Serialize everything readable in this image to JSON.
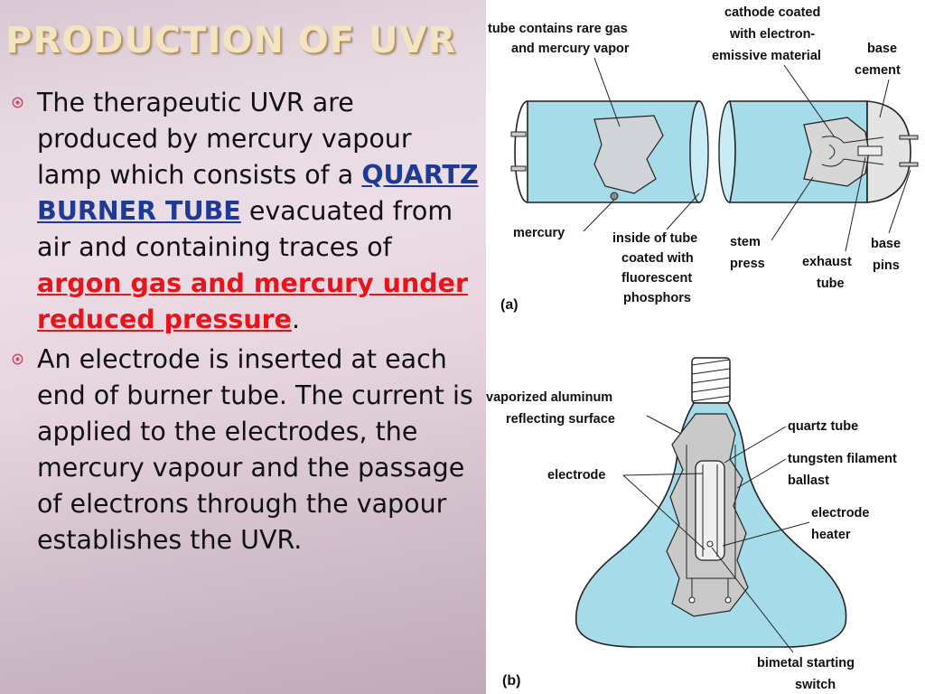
{
  "slide": {
    "title": "PRODUCTION OF UVR",
    "bullets": [
      {
        "pre": " The therapeutic UVR are produced by mercury vapour lamp which consists of a ",
        "highlight_blue": "QUARTZ BURNER TUBE",
        "mid": " evacuated from air and containing traces of ",
        "highlight_red": "argon gas and mercury under reduced pressure",
        "post": "."
      },
      {
        "text": "An electrode is inserted at each end of burner tube. The current is applied to the electrodes, the mercury vapour and the passage of electrons through the vapour establishes the UVR."
      }
    ],
    "colors": {
      "title": "#f3e4c2",
      "blue_highlight": "#1f3a93",
      "red_highlight": "#e8141c",
      "glass": "#a6dbea",
      "bullet": "#c0506a"
    }
  },
  "diagram_a": {
    "sublabel": "(a)",
    "labels": {
      "rare_gas_1": "tube contains rare gas",
      "rare_gas_2": "and mercury vapor",
      "cathode_1": "cathode coated",
      "cathode_2": "with electron-",
      "cathode_3": "emissive material",
      "base_cement_1": "base",
      "base_cement_2": "cement",
      "mercury": "mercury",
      "inside_1": "inside of tube",
      "inside_2": "coated with",
      "inside_3": "fluorescent",
      "inside_4": "phosphors",
      "stem_1": "stem",
      "stem_2": "press",
      "exhaust_1": "exhaust",
      "exhaust_2": "tube",
      "pins_1": "base",
      "pins_2": "pins"
    }
  },
  "diagram_b": {
    "sublabel": "(b)",
    "labels": {
      "vapor_1": "vaporized aluminum",
      "vapor_2": "reflecting surface",
      "quartz": "quartz tube",
      "tungsten": "tungsten filament",
      "ballast": "ballast",
      "electrode": "electrode",
      "heater_1": "electrode",
      "heater_2": "heater",
      "bimetal_1": "bimetal starting",
      "bimetal_2": "switch"
    }
  }
}
